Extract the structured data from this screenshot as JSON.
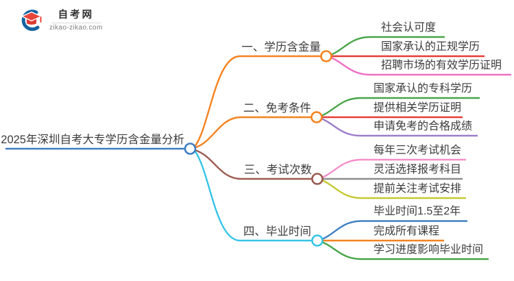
{
  "logo": {
    "title": "自考网",
    "domain": "zikao-zikao.com",
    "colors": {
      "crescent": "#15629f",
      "cap": "#e8463c",
      "title": "#2f2f2f",
      "domain": "#7d7d7d"
    }
  },
  "mindmap": {
    "root": {
      "label": "2025年深圳自考大专学历含金量分析",
      "color": "#3d7dc0"
    },
    "branches": [
      {
        "label": "一、学历含金量",
        "color": "#f5821f",
        "children": [
          {
            "label": "社会认可度",
            "color": "#47a447"
          },
          {
            "label": "国家承认的正规学历",
            "color": "#e63c35"
          },
          {
            "label": "招聘市场的有效学历证明",
            "color": "#ee6ec5"
          }
        ]
      },
      {
        "label": "二、免考条件",
        "color": "#f5821f",
        "children": [
          {
            "label": "国家承认的专科学历",
            "color": "#47a447"
          },
          {
            "label": "提供相关学历证明",
            "color": "#e63c35"
          },
          {
            "label": "申请免考的合格成绩",
            "color": "#9b7cc8"
          }
        ]
      },
      {
        "label": "三、考试次数",
        "color": "#9a5a50",
        "children": [
          {
            "label": "每年三次考试机会",
            "color": "#f48fc8"
          },
          {
            "label": "灵活选择报考科目",
            "color": "#8c8c8c"
          },
          {
            "label": "提前关注考试安排",
            "color": "#c5c930"
          }
        ]
      },
      {
        "label": "四、毕业时间",
        "color": "#35c4e6",
        "children": [
          {
            "label": "毕业时间1.5至2年",
            "color": "#4080c0"
          },
          {
            "label": "完成所有课程",
            "color": "#f5821f"
          },
          {
            "label": "学习进度影响毕业时间",
            "color": "#47a447"
          }
        ]
      }
    ]
  }
}
